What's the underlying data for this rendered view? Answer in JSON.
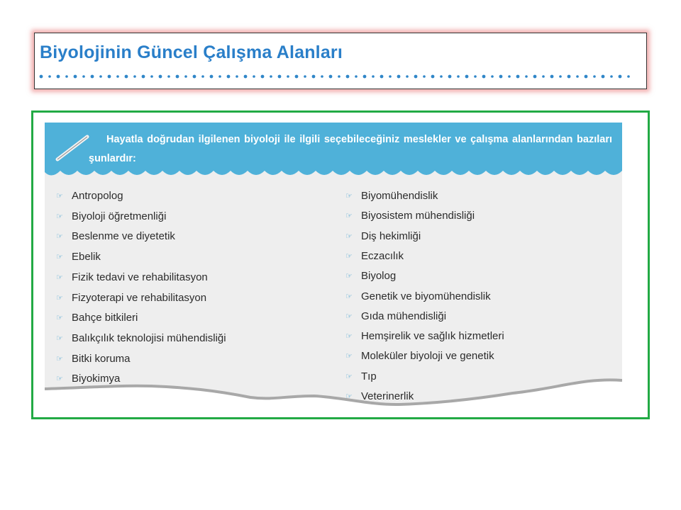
{
  "title": "Biyolojinin Güncel Çalışma Alanları",
  "intro": "Hayatla doğrudan ilgilenen biyoloji ile ilgili seçebileceğiniz meslekler ve çalışma alanlarından bazıları şunlardır:",
  "bullet_icon": "pointing-hand-icon",
  "colors": {
    "title": "#2a7fc9",
    "header_band": "#4fb1d9",
    "panel": "#eeeeee",
    "frame": "#22aa44",
    "title_glow": "#e66e6e"
  },
  "left_list": [
    "Antropolog",
    "Biyoloji öğretmenliği",
    "Beslenme ve diyetetik",
    "Ebelik",
    "Fizik tedavi ve rehabilitasyon",
    "Fizyoterapi ve rehabilitasyon",
    "Bahçe bitkileri",
    "Balıkçılık teknolojisi mühendisliği",
    "Bitki koruma",
    "Biyokimya"
  ],
  "right_list": [
    "Biyomühendislik",
    "Biyosistem  mühendisliği",
    "Diş hekimliği",
    "Eczacılık",
    "Biyolog",
    "Genetik ve biyomühendislik",
    "Gıda mühendisliği",
    "Hemşirelik ve sağlık hizmetleri",
    "Moleküler biyoloji ve genetik",
    "Tıp",
    "Veterinerlik"
  ]
}
